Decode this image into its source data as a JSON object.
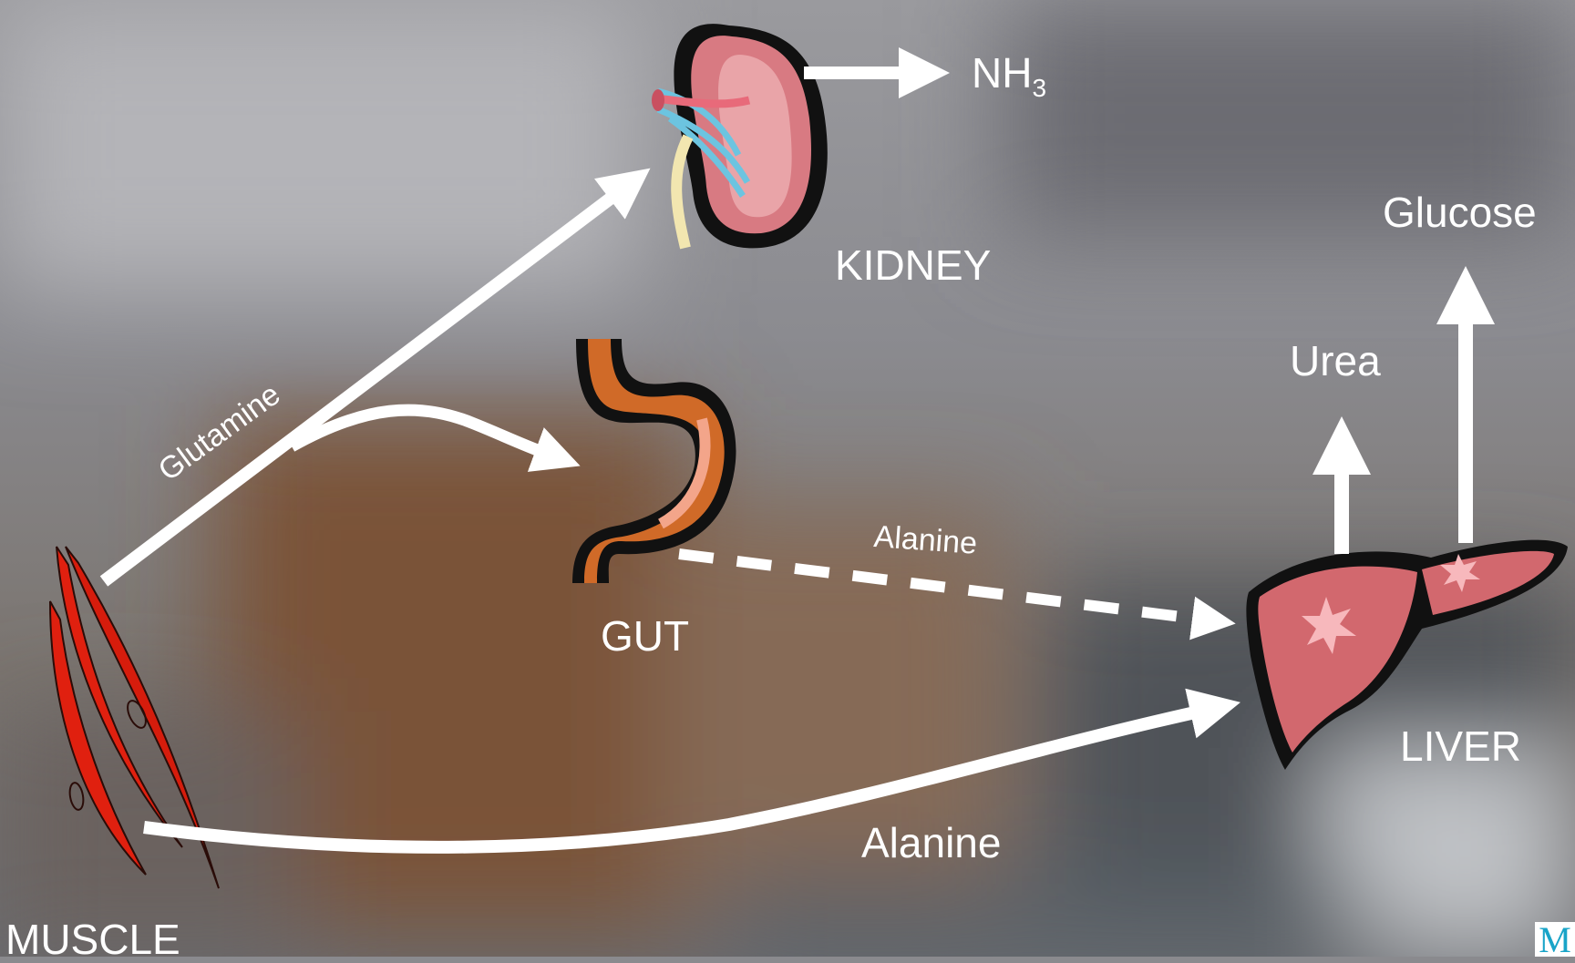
{
  "labels": {
    "kidney": "KIDNEY",
    "gut": "GUT",
    "liver": "LIVER",
    "muscle": "MUSCLE",
    "glucose": "Glucose",
    "urea": "Urea",
    "nh3_base": "NH",
    "nh3_sub": "3",
    "glutamine": "Glutamine",
    "alanine_gut_to_liver": "Alanine",
    "alanine_muscle_to_liver": "Alanine",
    "logo_letter": "M"
  },
  "colors": {
    "arrow": "#ffffff",
    "text": "#ffffff",
    "muscle": "#e0200f",
    "kidney": "#d87a82",
    "gut": "#d06a28",
    "liver": "#d2686e"
  },
  "icons": [
    "kidney-icon",
    "stomach-icon",
    "liver-icon",
    "muscle-fiber-icon"
  ]
}
